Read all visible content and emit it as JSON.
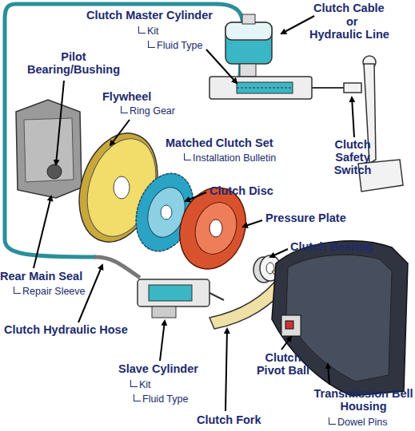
{
  "diagram": {
    "labels": [
      "Clutch Master Cylinder",
      "Kit",
      "Fluid Type",
      "Clutch Cable",
      "or",
      "Hydraulic Line",
      "Pilot Bearing/Bushing",
      "Flywheel",
      "Ring Gear",
      "Matched Clutch Set",
      "Installation Bulletin",
      "Clutch Safety Switch",
      "Clutch Disc",
      "Pressure Plate",
      "Clutch Bearing",
      "Rear Main Seal",
      "Repair Sleeve",
      "Clutch Hydraulic Hose",
      "Slave Cylinder",
      "Kit",
      "Fluid Type",
      "Clutch Pivot Ball",
      "Clutch Fork",
      "Transmission Bell Housing",
      "Dowel Pins"
    ]
  }
}
